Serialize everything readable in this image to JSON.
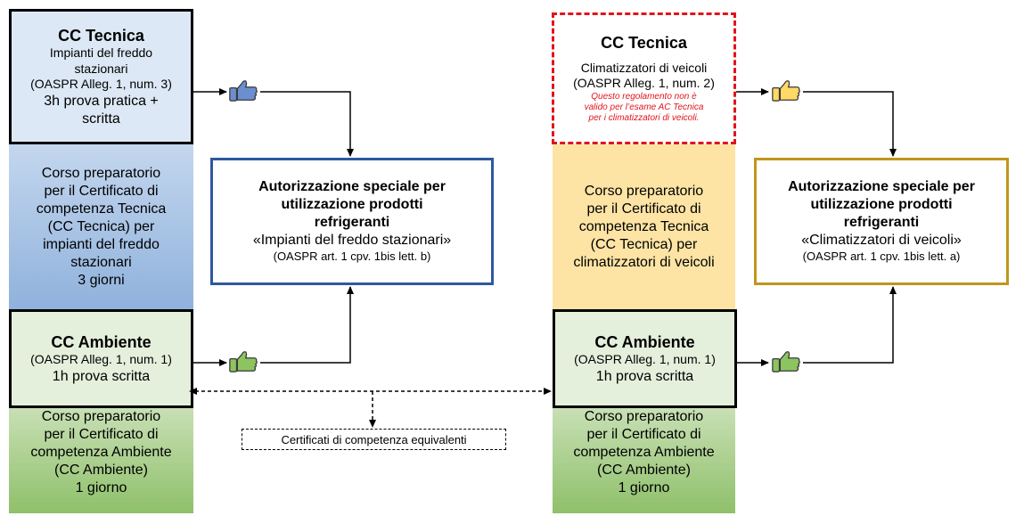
{
  "left": {
    "tecnica": {
      "title": "CC Tecnica",
      "line1": "Impianti del freddo",
      "line2": "stazionari",
      "ref": "(OASPR Alleg. 1, num. 3)",
      "exam1": "3h prova pratica +",
      "exam2": "scritta"
    },
    "course_tecnica": [
      "Corso preparatorio",
      "per il Certificato di",
      "competenza Tecnica",
      "(CC Tecnica) per",
      "impianti del freddo",
      "stazionari",
      "3 giorni"
    ],
    "ambiente": {
      "title": "CC Ambiente",
      "ref": "(OASPR Alleg. 1, num. 1)",
      "exam": "1h prova scritta"
    },
    "course_ambiente": [
      "Corso preparatorio",
      "per il Certificato di",
      "competenza Ambiente",
      "(CC Ambiente)",
      "1 giorno"
    ],
    "authorization": {
      "title1": "Autorizzazione speciale per",
      "title2": "utilizzazione prodotti",
      "title3": "refrigeranti",
      "subtitle": "«Impianti del freddo stazionari»",
      "ref": "(OASPR art. 1 cpv. 1bis lett. b)"
    }
  },
  "right": {
    "tecnica": {
      "title": "CC Tecnica",
      "line1": "Climatizzatori di veicoli",
      "ref": "(OASPR Alleg. 1, num. 2)",
      "note1": "Questo regolamento non è",
      "note2": "valido per l’esame AC Tecnica",
      "note3": "per i climatizzatori di veicoli."
    },
    "course_tecnica": [
      "Corso preparatorio",
      "per il Certificato di",
      "competenza Tecnica",
      "(CC Tecnica) per",
      "climatizzatori di veicoli"
    ],
    "ambiente": {
      "title": "CC Ambiente",
      "ref": "(OASPR Alleg. 1, num. 1)",
      "exam": "1h prova scritta"
    },
    "course_ambiente": [
      "Corso preparatorio",
      "per il Certificato di",
      "competenza Ambiente",
      "(CC Ambiente)",
      "1 giorno"
    ],
    "authorization": {
      "title1": "Autorizzazione speciale per",
      "title2": "utilizzazione prodotti",
      "title3": "refrigeranti",
      "subtitle": "«Climatizzatori di veicoli»",
      "ref": "(OASPR art. 1 cpv. 1bis lett. a)"
    }
  },
  "equivalence_label": "Certificati di competenza equivalenti",
  "icons": [
    "thumbs-up-icon"
  ],
  "colors": {
    "blue_box": "#dce8f5",
    "blue_course": "#8fb1dc",
    "green_box": "#e4efdc",
    "green_course": "#8fc06a",
    "yellow_course": "#fde4a4",
    "blue_border": "#2e58a0",
    "gold_border": "#c0961c",
    "red_dash": "#e0151b",
    "thumb_blue": "#6c8fd0",
    "thumb_yellow": "#ffd966",
    "thumb_green": "#8cc460"
  }
}
